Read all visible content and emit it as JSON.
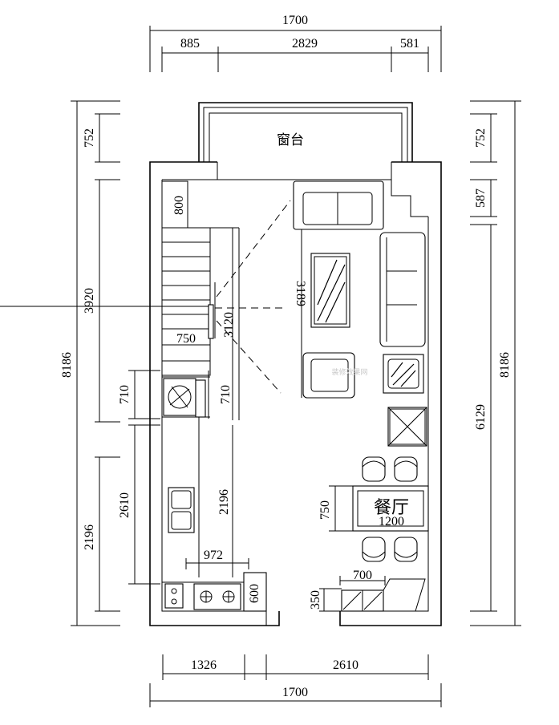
{
  "dimensions": {
    "top_total": "1700",
    "top_left": "885",
    "top_mid": "2829",
    "top_right": "581",
    "bottom_left": "1326",
    "bottom_right": "2610",
    "bottom_total": "1700",
    "left_total": "8186",
    "left_balcony": "752",
    "left_3920": "3920",
    "left_710": "710",
    "left_2610": "2610",
    "left_2196": "2196",
    "right_total": "8186",
    "right_balcony": "752",
    "right_587": "587",
    "right_6129": "6129",
    "stair_800": "800",
    "stair_750": "750",
    "inner_3120": "3120",
    "inner_3189": "3189",
    "inner_710": "710",
    "inner_2196": "2196",
    "inner_972": "972",
    "inner_600": "600",
    "dining_750": "750",
    "dining_1200": "1200",
    "cabinet_700": "700",
    "cabinet_350": "350"
  },
  "labels": {
    "window_sill": "窗台",
    "dining_room": "餐厅",
    "watermark": "装修效果网"
  }
}
